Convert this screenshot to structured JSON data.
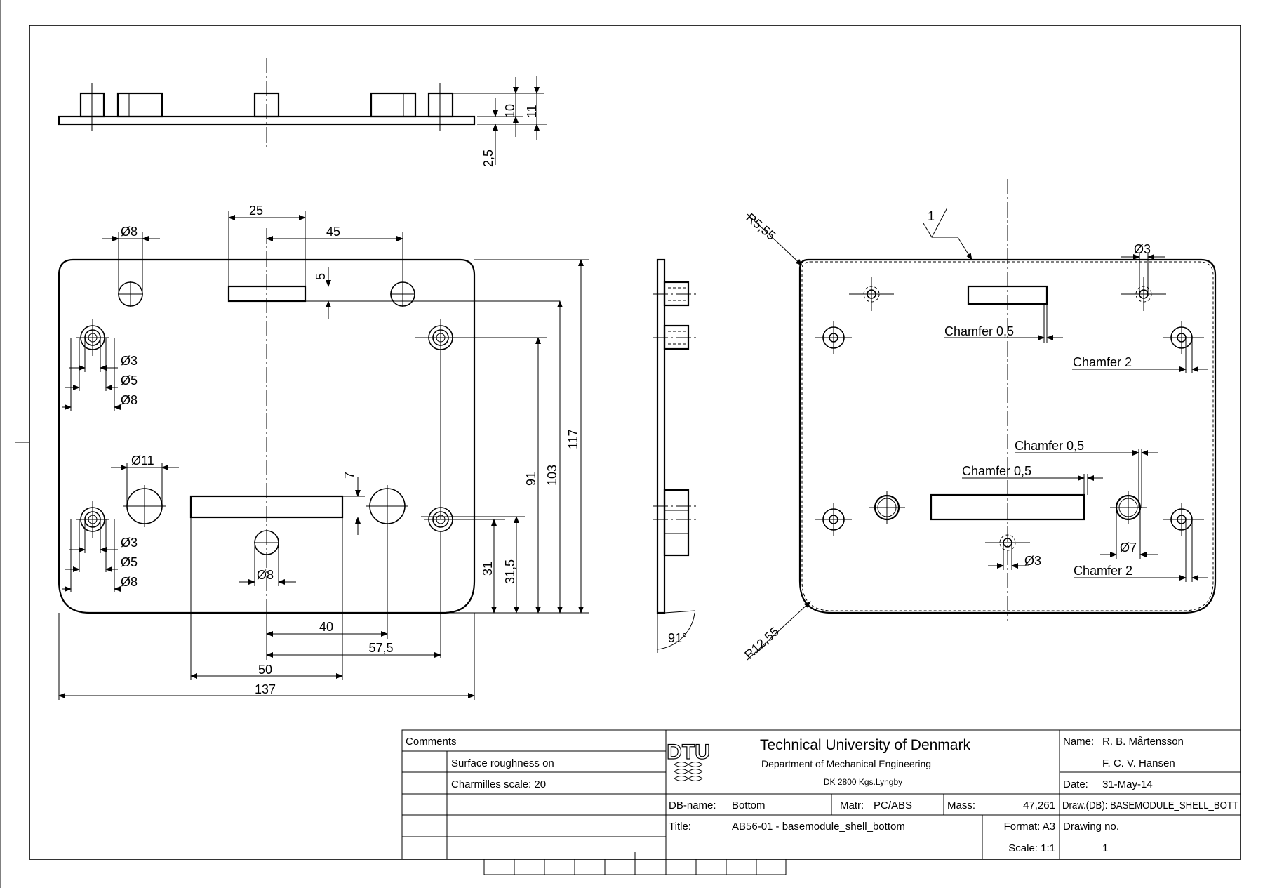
{
  "dimensions": {
    "top_view": [
      "10",
      "11",
      "2,5"
    ],
    "front_view": {
      "d8_top": "Ø8",
      "w25": "25",
      "d45": "45",
      "d5": "5",
      "d3a": "Ø3",
      "d5a": "Ø5",
      "d8a": "Ø8",
      "d11": "Ø11",
      "d7": "7",
      "d3b": "Ø3",
      "d5b": "Ø5",
      "d8b": "Ø8",
      "d8c": "Ø8",
      "v91": "91",
      "v103": "103",
      "v117": "117",
      "v31": "31",
      "v31_5": "31,5",
      "h40": "40",
      "h57_5": "57,5",
      "h50": "50",
      "h137": "137"
    },
    "side_view": {
      "angle": "91°"
    },
    "bottom_view": {
      "r5_55": "R5,55",
      "surface": "1",
      "d3_tr": "Ø3",
      "chamfer_a": "Chamfer 0,5",
      "chamfer_b": "Chamfer 2",
      "chamfer_c": "Chamfer 0,5",
      "chamfer_d": "Chamfer 0,5",
      "d7": "Ø7",
      "d3_bot": "Ø3",
      "chamfer_e": "Chamfer 2",
      "r12_55": "R12,55"
    }
  },
  "title_block": {
    "comments_label": "Comments",
    "comment_1": "Surface roughness on",
    "comment_2": "Charmilles scale: 20",
    "logo_text": "DTU",
    "university": "Technical University of Denmark",
    "department": "Department of Mechanical Engineering",
    "address": "DK 2800 Kgs.Lyngby",
    "name_label": "Name:",
    "name_1": "R. B. Mårtensson",
    "name_2": "F. C. V. Hansen",
    "date_label": "Date:",
    "date": "31-May-14",
    "dbname_label": "DB-name:",
    "dbname": "Bottom",
    "matr_label": "Matr:",
    "matr": "PC/ABS",
    "mass_label": "Mass:",
    "mass": "47,261",
    "draw_db": "Draw.(DB): BASEMODULE_SHELL_BOTT",
    "title_label": "Title:",
    "title": "AB56-01 - basemodule_shell_bottom",
    "format": "Format: A3",
    "scale": "Scale: 1:1",
    "drawing_no_label": "Drawing no.",
    "drawing_no": "1"
  }
}
